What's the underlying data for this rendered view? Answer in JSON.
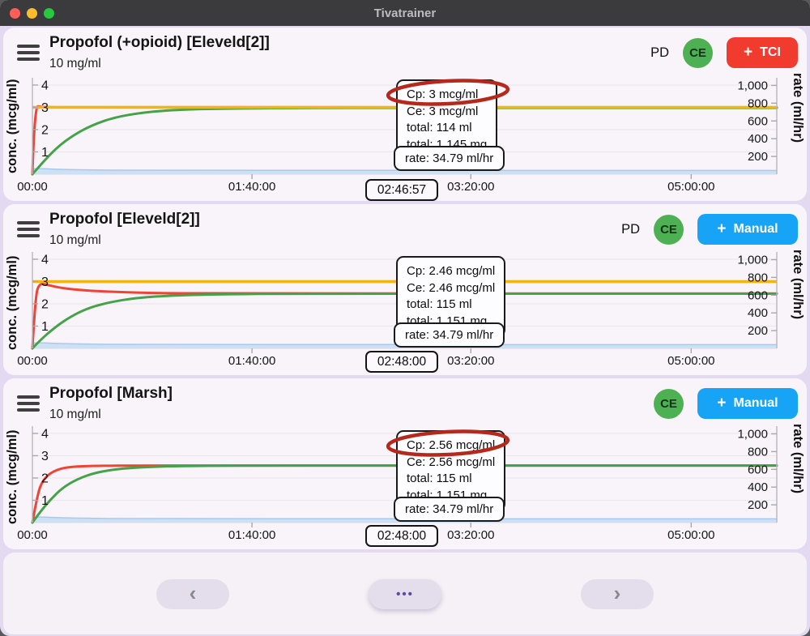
{
  "window": {
    "title": "Tivatrainer"
  },
  "colors": {
    "accent_red": "#f13b2e",
    "accent_blue": "#17a4f6",
    "badge_green": "#4db153",
    "line_cp": "#ef4335",
    "line_ce": "#44a248",
    "line_target": "#f2b50d",
    "rate_fill": "#cadef3",
    "rate_stroke": "#a9c9ec",
    "annotation_red": "#b5281c"
  },
  "panels": [
    {
      "title": "Propofol (+opioid) [Eleveld[2]]",
      "subtitle": "10 mg/ml",
      "pd": "PD",
      "ce_badge": "CE",
      "button_icon": "+",
      "button_label": "TCI",
      "tooltip": {
        "cp": "Cp: 3 mcg/ml",
        "ce": "Ce: 3 mcg/ml",
        "total_volume": "total: 114 ml",
        "total_dose": "total: 1,145 mg",
        "rate": "rate: 34.79 ml/hr",
        "circled_line": "cp"
      },
      "time": "02:46:57"
    },
    {
      "title": "Propofol [Eleveld[2]]",
      "subtitle": "10 mg/ml",
      "pd": "PD",
      "ce_badge": "CE",
      "button_icon": "+",
      "button_label": "Manual",
      "tooltip": {
        "cp": "Cp: 2.46 mcg/ml",
        "ce": "Ce: 2.46 mcg/ml",
        "total_volume": "total: 115 ml",
        "total_dose": "total: 1,151 mg",
        "rate": "rate: 34.79 ml/hr",
        "circled_line": null
      },
      "time": "02:48:00"
    },
    {
      "title": "Propofol [Marsh]",
      "subtitle": "10 mg/ml",
      "pd": null,
      "ce_badge": "CE",
      "button_icon": "+",
      "button_label": "Manual",
      "tooltip": {
        "cp": "Cp: 2.56 mcg/ml",
        "ce": "Ce: 2.56 mcg/ml",
        "total_volume": "total: 115 ml",
        "total_dose": "total: 1,151 mg",
        "rate": "rate: 34.79 ml/hr",
        "circled_line": "cp"
      },
      "time": "02:48:00"
    }
  ],
  "footer": {
    "prev_icon": "‹",
    "more_icon": "•••",
    "next_icon": "›"
  },
  "chart_data": [
    {
      "type": "line",
      "title": "Propofol (+opioid) [Eleveld[2]]",
      "ylabel": "conc. (mcg/ml)",
      "y2label": "rate (ml/hr)",
      "ylim": [
        0,
        4.18
      ],
      "y2lim": [
        0,
        1050
      ],
      "yticks": [
        1,
        2,
        3,
        4
      ],
      "y2ticks": [
        {
          "v": 200,
          "label": "200"
        },
        {
          "v": 400,
          "label": "400"
        },
        {
          "v": 600,
          "label": "600"
        },
        {
          "v": 800,
          "label": "800"
        },
        {
          "v": 1000,
          "label": "1,000"
        }
      ],
      "xticks": [
        {
          "t": 0,
          "label": "00:00"
        },
        {
          "t": 0.295,
          "label": "01:40:00"
        },
        {
          "t": 0.589,
          "label": "03:20:00"
        },
        {
          "t": 0.885,
          "label": "05:00:00"
        }
      ],
      "grid": true,
      "target": 3,
      "target_color": "#f2b50d",
      "cursor": {
        "t": 0.4925,
        "label": "02:46:57"
      },
      "series": [
        {
          "name": "infusion rate",
          "axis": "y2",
          "fill": "#cadef3",
          "stroke": "#a9c9ec",
          "points": [
            [
              0,
              60
            ],
            [
              0.01,
              65
            ],
            [
              0.03,
              55
            ],
            [
              0.08,
              48
            ],
            [
              0.15,
              44
            ],
            [
              0.5,
              43
            ],
            [
              1,
              42
            ]
          ]
        },
        {
          "name": "Cp plasma concentration",
          "color": "#ef4335",
          "points": [
            [
              0,
              0
            ],
            [
              0.003,
              3.08
            ],
            [
              0.012,
              3.01
            ],
            [
              0.05,
              3
            ],
            [
              1,
              3
            ]
          ]
        },
        {
          "name": "Ce effect-site concentration",
          "color": "#44a248",
          "points": [
            [
              0,
              0
            ],
            [
              0.008,
              0.3
            ],
            [
              0.02,
              0.75
            ],
            [
              0.035,
              1.25
            ],
            [
              0.055,
              1.75
            ],
            [
              0.08,
              2.2
            ],
            [
              0.11,
              2.55
            ],
            [
              0.15,
              2.78
            ],
            [
              0.2,
              2.9
            ],
            [
              0.27,
              2.95
            ],
            [
              0.36,
              2.97
            ],
            [
              0.5,
              2.97
            ],
            [
              1,
              2.97
            ]
          ]
        }
      ]
    },
    {
      "type": "line",
      "title": "Propofol [Eleveld[2]]",
      "ylabel": "conc. (mcg/ml)",
      "y2label": "rate (ml/hr)",
      "ylim": [
        0,
        4.18
      ],
      "y2lim": [
        0,
        1050
      ],
      "yticks": [
        1,
        2,
        3,
        4
      ],
      "y2ticks": [
        {
          "v": 200,
          "label": "200"
        },
        {
          "v": 400,
          "label": "400"
        },
        {
          "v": 600,
          "label": "600"
        },
        {
          "v": 800,
          "label": "800"
        },
        {
          "v": 1000,
          "label": "1,000"
        }
      ],
      "xticks": [
        {
          "t": 0,
          "label": "00:00"
        },
        {
          "t": 0.295,
          "label": "01:40:00"
        },
        {
          "t": 0.589,
          "label": "03:20:00"
        },
        {
          "t": 0.885,
          "label": "05:00:00"
        }
      ],
      "grid": true,
      "target": 3,
      "target_color": "#f2b50d",
      "cursor": {
        "t": 0.4957,
        "label": "02:48:00"
      },
      "series": [
        {
          "name": "infusion rate",
          "axis": "y2",
          "fill": "#cadef3",
          "stroke": "#a9c9ec",
          "points": [
            [
              0,
              60
            ],
            [
              0.01,
              65
            ],
            [
              0.03,
              55
            ],
            [
              0.08,
              48
            ],
            [
              0.15,
              44
            ],
            [
              0.5,
              43
            ],
            [
              1,
              42
            ]
          ]
        },
        {
          "name": "Cp plasma concentration",
          "color": "#ef4335",
          "points": [
            [
              0,
              0
            ],
            [
              0.004,
              2.3
            ],
            [
              0.009,
              2.92
            ],
            [
              0.02,
              2.85
            ],
            [
              0.04,
              2.7
            ],
            [
              0.07,
              2.6
            ],
            [
              0.11,
              2.53
            ],
            [
              0.17,
              2.48
            ],
            [
              0.25,
              2.46
            ],
            [
              1,
              2.46
            ]
          ]
        },
        {
          "name": "Ce effect-site concentration",
          "color": "#44a248",
          "points": [
            [
              0,
              0
            ],
            [
              0.01,
              0.35
            ],
            [
              0.025,
              0.8
            ],
            [
              0.045,
              1.3
            ],
            [
              0.07,
              1.75
            ],
            [
              0.1,
              2.05
            ],
            [
              0.14,
              2.27
            ],
            [
              0.19,
              2.38
            ],
            [
              0.26,
              2.43
            ],
            [
              0.35,
              2.46
            ],
            [
              1,
              2.46
            ]
          ]
        }
      ]
    },
    {
      "type": "line",
      "title": "Propofol [Marsh]",
      "ylabel": "conc. (mcg/ml)",
      "y2label": "rate (ml/hr)",
      "ylim": [
        0,
        4.18
      ],
      "y2lim": [
        0,
        1050
      ],
      "yticks": [
        1,
        2,
        3,
        4
      ],
      "y2ticks": [
        {
          "v": 200,
          "label": "200"
        },
        {
          "v": 400,
          "label": "400"
        },
        {
          "v": 600,
          "label": "600"
        },
        {
          "v": 800,
          "label": "800"
        },
        {
          "v": 1000,
          "label": "1,000"
        }
      ],
      "xticks": [
        {
          "t": 0,
          "label": "00:00"
        },
        {
          "t": 0.295,
          "label": "01:40:00"
        },
        {
          "t": 0.589,
          "label": "03:20:00"
        },
        {
          "t": 0.885,
          "label": "05:00:00"
        }
      ],
      "grid": true,
      "target": null,
      "target_color": "#f2b50d",
      "cursor": {
        "t": 0.4957,
        "label": "02:48:00"
      },
      "series": [
        {
          "name": "infusion rate",
          "axis": "y2",
          "fill": "#cadef3",
          "stroke": "#a9c9ec",
          "points": [
            [
              0,
              60
            ],
            [
              0.01,
              65
            ],
            [
              0.03,
              55
            ],
            [
              0.08,
              48
            ],
            [
              0.15,
              44
            ],
            [
              0.5,
              43
            ],
            [
              1,
              42
            ]
          ]
        },
        {
          "name": "Cp plasma concentration",
          "color": "#ef4335",
          "points": [
            [
              0,
              0
            ],
            [
              0.007,
              1.3
            ],
            [
              0.014,
              1.9
            ],
            [
              0.025,
              2.25
            ],
            [
              0.04,
              2.45
            ],
            [
              0.06,
              2.52
            ],
            [
              0.09,
              2.55
            ],
            [
              0.14,
              2.56
            ],
            [
              1,
              2.56
            ]
          ]
        },
        {
          "name": "Ce effect-site concentration",
          "color": "#44a248",
          "points": [
            [
              0,
              0
            ],
            [
              0.012,
              0.55
            ],
            [
              0.025,
              1.05
            ],
            [
              0.04,
              1.55
            ],
            [
              0.06,
              1.95
            ],
            [
              0.085,
              2.25
            ],
            [
              0.12,
              2.43
            ],
            [
              0.17,
              2.52
            ],
            [
              0.24,
              2.55
            ],
            [
              0.32,
              2.56
            ],
            [
              1,
              2.56
            ]
          ]
        }
      ]
    }
  ]
}
